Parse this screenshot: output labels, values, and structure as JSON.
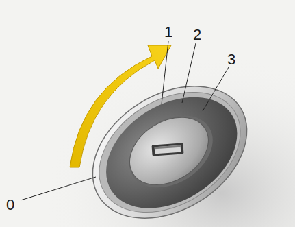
{
  "diagram": {
    "labels": [
      "1",
      "2",
      "3",
      "0"
    ]
  }
}
